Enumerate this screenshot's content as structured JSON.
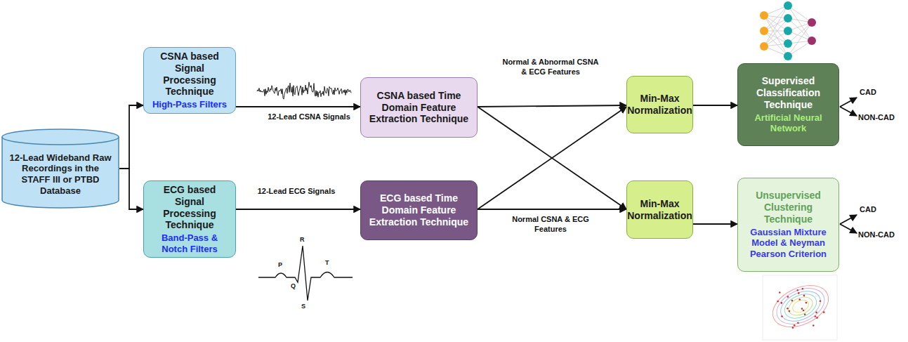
{
  "diagram": {
    "nodes": [
      {
        "text": [
          "12-Lead Wideband Raw Recordings in the STAFF III or PTBD Database"
        ]
      },
      {
        "text": [
          "CSNA based Signal Processing Technique",
          "High-Pass Filters"
        ]
      },
      {
        "text": [
          "ECG based Signal Processing Technique",
          "Band-Pass & Notch Filters"
        ]
      },
      {
        "text": [
          "CSNA based Time Domain Feature Extraction Technique"
        ]
      },
      {
        "text": [
          "ECG based Time Domain Feature Extraction Technique"
        ]
      },
      {
        "text": [
          "Min-Max Normalization"
        ]
      },
      {
        "text": [
          "Min-Max Normalization"
        ]
      },
      {
        "text": [
          "Supervised Classification Technique",
          "Artificial Neural Network"
        ]
      },
      {
        "text": [
          "Unsupervised Clustering Technique",
          "Gaussian Mixture Model & Neyman Pearson Criterion"
        ]
      }
    ],
    "edges": [
      {
        "from": 0,
        "to": 1,
        "arrow": "to"
      },
      {
        "from": 0,
        "to": 2,
        "arrow": "to"
      },
      {
        "from": 1,
        "to": 3,
        "label": "12-Lead CSNA Signals",
        "arrow": "to"
      },
      {
        "from": 2,
        "to": 4,
        "label": "12-Lead ECG Signals",
        "arrow": "to"
      },
      {
        "from": 3,
        "to": 5,
        "label": "Normal & Abnormal CSNA & ECG Features",
        "arrow": "to"
      },
      {
        "from": 3,
        "to": 6,
        "arrow": "to"
      },
      {
        "from": 4,
        "to": 5,
        "arrow": "to"
      },
      {
        "from": 4,
        "to": 6,
        "label": "Normal CSNA & ECG Features",
        "arrow": "to"
      },
      {
        "from": 5,
        "to": 7,
        "arrow": "to"
      },
      {
        "from": 6,
        "to": 8,
        "arrow": "to"
      }
    ],
    "labels": [
      "R",
      "P",
      "T",
      "Q",
      "S",
      "CAD",
      "NON-CAD",
      "CAD",
      "NON-CAD"
    ]
  }
}
